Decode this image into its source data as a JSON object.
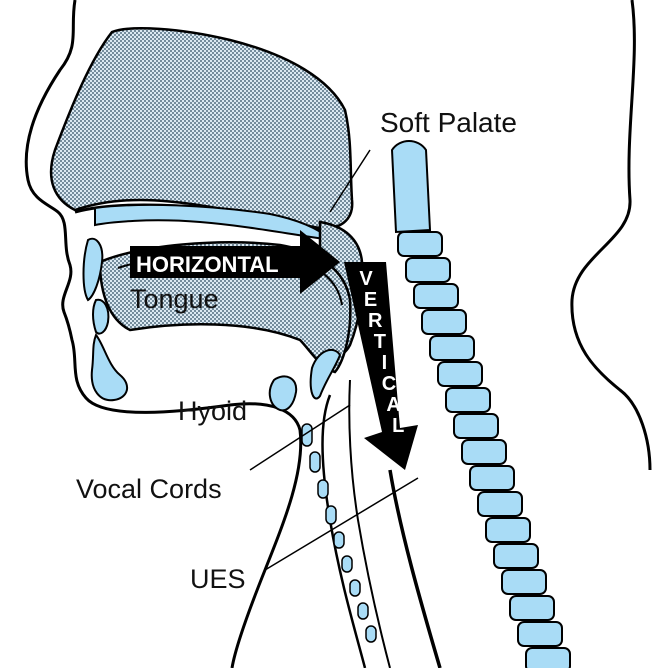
{
  "labels": {
    "soft_palate": "Soft Palate",
    "horizontal": "HORIZONTAL",
    "tongue": "Tongue",
    "vertical": [
      "V",
      "E",
      "R",
      "T",
      "I",
      "C",
      "A",
      "L"
    ],
    "hyoid": "Hyoid",
    "vocal_cords": "Vocal Cords",
    "ues": "UES"
  },
  "colors": {
    "structure_fill": "#a9dcf6",
    "outline": "#000000",
    "arrow_fill": "#000000",
    "arrow_text": "#ffffff",
    "nasal_fill": "#5a7d93"
  }
}
